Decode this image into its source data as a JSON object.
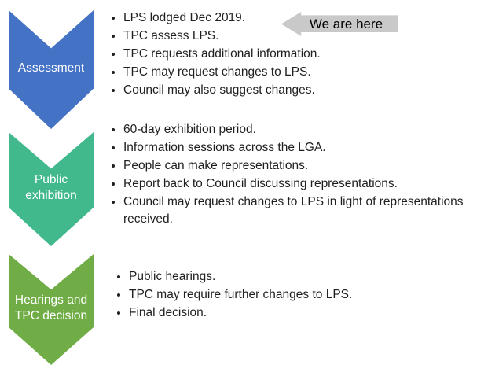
{
  "marker": {
    "label": "We are here",
    "color": "#C9C9C9"
  },
  "sections": [
    {
      "label": "Assessment",
      "color": "#4472C4",
      "bullets": [
        "LPS lodged Dec 2019.",
        "TPC assess LPS.",
        "TPC requests additional information.",
        "TPC may request changes to LPS.",
        "Council may also suggest changes."
      ]
    },
    {
      "label": "Public exhibition",
      "color": "#42B98D",
      "bullets": [
        "60-day exhibition period.",
        "Information sessions across the LGA.",
        "People can make representations.",
        "Report back to Council discussing representations.",
        "Council may request changes to LPS in light of representations received."
      ]
    },
    {
      "label": "Hearings and TPC decision",
      "color": "#70AD47",
      "bullets": [
        "Public hearings.",
        "TPC may require further changes to LPS.",
        "Final decision."
      ]
    }
  ]
}
